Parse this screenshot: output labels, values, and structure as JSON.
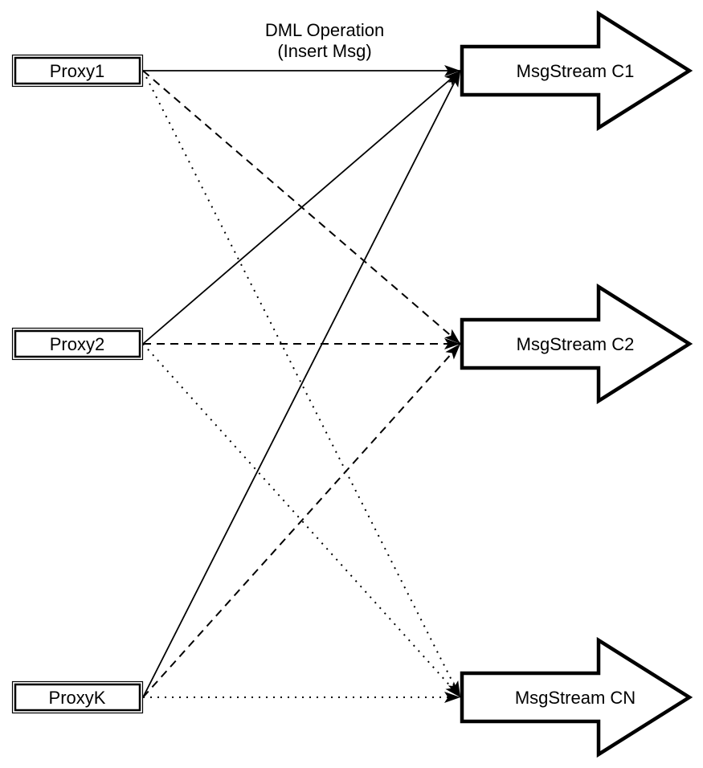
{
  "diagram": {
    "background_color": "#ffffff",
    "stroke_color": "#000000",
    "node_fill_color": "#ffffff",
    "annotation": {
      "line1": "DML Operation",
      "line2": "(Insert Msg)"
    },
    "proxies": [
      {
        "label": "Proxy1"
      },
      {
        "label": "Proxy2"
      },
      {
        "label": "ProxyK"
      }
    ],
    "streams": [
      {
        "label": "MsgStream C1"
      },
      {
        "label": "MsgStream C2"
      },
      {
        "label": "MsgStream CN"
      }
    ],
    "connections": [
      {
        "from": "Proxy1",
        "to": "MsgStream C1",
        "line_style": "solid"
      },
      {
        "from": "Proxy1",
        "to": "MsgStream C2",
        "line_style": "dashed"
      },
      {
        "from": "Proxy1",
        "to": "MsgStream CN",
        "line_style": "dotted"
      },
      {
        "from": "Proxy2",
        "to": "MsgStream C1",
        "line_style": "solid"
      },
      {
        "from": "Proxy2",
        "to": "MsgStream C2",
        "line_style": "dashed"
      },
      {
        "from": "Proxy2",
        "to": "MsgStream CN",
        "line_style": "dotted"
      },
      {
        "from": "ProxyK",
        "to": "MsgStream C1",
        "line_style": "solid"
      },
      {
        "from": "ProxyK",
        "to": "MsgStream C2",
        "line_style": "dashed"
      },
      {
        "from": "ProxyK",
        "to": "MsgStream CN",
        "line_style": "dotted"
      }
    ]
  }
}
